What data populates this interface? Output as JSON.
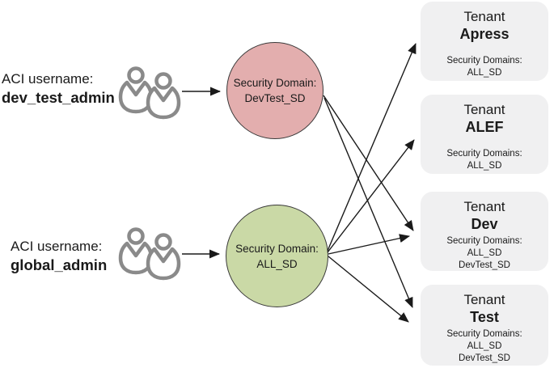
{
  "colors": {
    "domain-devtest": "#e3aeae",
    "domain-all": "#cad9a6",
    "tenant-box": "#f0f0f1",
    "icon-gray": "#8a8a8a",
    "line": "#1a1a1a",
    "circle-border": "#3a3a3a"
  },
  "actors": [
    {
      "label": "ACI username:",
      "username": "dev_test_admin"
    },
    {
      "label": "ACI username:",
      "username": "global_admin"
    }
  ],
  "security_domains": [
    {
      "label": "Security Domain:",
      "name": "DevTest_SD"
    },
    {
      "label": "Security Domain:",
      "name": "ALL_SD"
    }
  ],
  "tenants": [
    {
      "title": "Tenant",
      "name": "Apress",
      "sd_label": "Security Domains:",
      "sds": [
        "ALL_SD"
      ]
    },
    {
      "title": "Tenant",
      "name": "ALEF",
      "sd_label": "Security Domains:",
      "sds": [
        "ALL_SD"
      ]
    },
    {
      "title": "Tenant",
      "name": "Dev",
      "sd_label": "Security Domains:",
      "sds": [
        "ALL_SD",
        "DevTest_SD"
      ]
    },
    {
      "title": "Tenant",
      "name": "Test",
      "sd_label": "Security Domains:",
      "sds": [
        "ALL_SD",
        "DevTest_SD"
      ]
    }
  ],
  "edges": [
    {
      "from": "dev_test_admin users",
      "to": "Security Domain DevTest_SD"
    },
    {
      "from": "global_admin users",
      "to": "Security Domain ALL_SD"
    },
    {
      "from": "Security Domain DevTest_SD",
      "to": "Tenant Dev"
    },
    {
      "from": "Security Domain DevTest_SD",
      "to": "Tenant Test"
    },
    {
      "from": "Security Domain ALL_SD",
      "to": "Tenant Apress"
    },
    {
      "from": "Security Domain ALL_SD",
      "to": "Tenant ALEF"
    },
    {
      "from": "Security Domain ALL_SD",
      "to": "Tenant Dev"
    },
    {
      "from": "Security Domain ALL_SD",
      "to": "Tenant Test"
    }
  ]
}
